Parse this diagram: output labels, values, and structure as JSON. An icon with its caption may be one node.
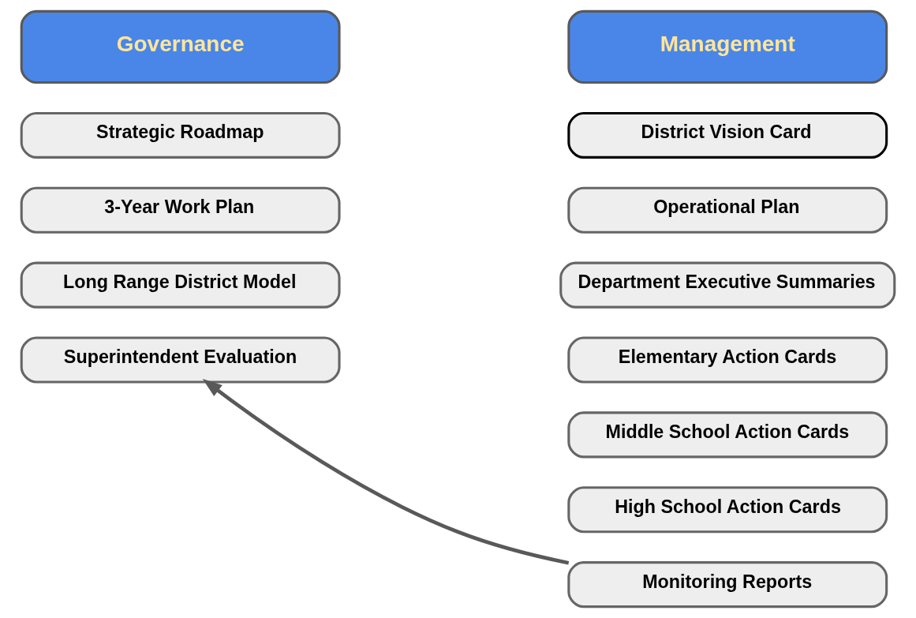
{
  "diagram": {
    "nodes": [
      {
        "text": [
          "Governance"
        ]
      },
      {
        "text": [
          "Strategic Roadmap"
        ]
      },
      {
        "text": [
          "3-Year Work Plan"
        ]
      },
      {
        "text": [
          "Long Range District Model"
        ]
      },
      {
        "text": [
          "Superintendent Evaluation"
        ]
      },
      {
        "text": [
          "Management"
        ]
      },
      {
        "text": [
          "District Vision Card"
        ]
      },
      {
        "text": [
          "Operational Plan"
        ]
      },
      {
        "text": [
          "Department Executive Summaries"
        ]
      },
      {
        "text": [
          "Elementary Action Cards"
        ]
      },
      {
        "text": [
          "Middle School Action Cards"
        ]
      },
      {
        "text": [
          "High School Action Cards"
        ]
      },
      {
        "text": [
          "Monitoring Reports"
        ]
      }
    ],
    "edges": [
      {
        "from": 12,
        "to": 4,
        "arrow": "to"
      }
    ]
  }
}
